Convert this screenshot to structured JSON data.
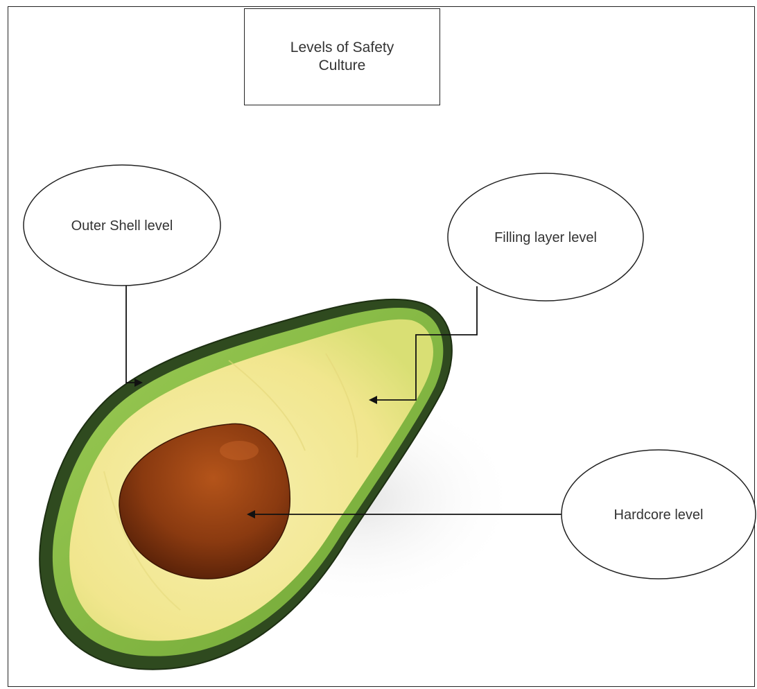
{
  "title": "Levels of Safety Culture",
  "labels": {
    "outer": "Outer Shell level",
    "filling": "Filling layer level",
    "core": "Hardcore level"
  },
  "colors": {
    "skin": "#2f4a1f",
    "rind_green": "#8ec24a",
    "flesh": "#f3eb9a",
    "seed": "#7a3410"
  }
}
